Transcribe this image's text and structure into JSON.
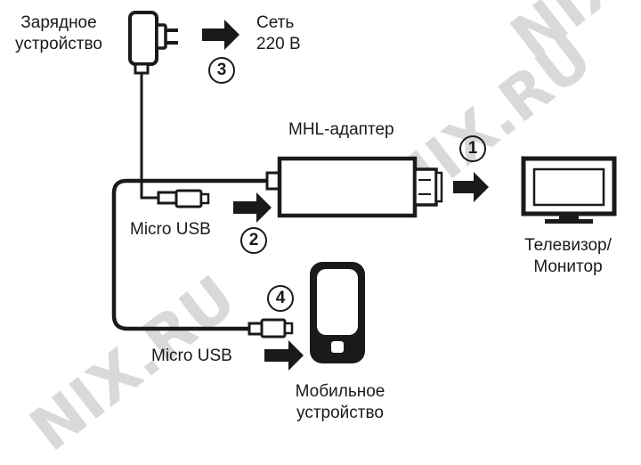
{
  "watermark": {
    "text": "NIX.RU"
  },
  "labels": {
    "charger": [
      "Зарядное",
      "устройство"
    ],
    "mains": [
      "Сеть",
      "220 В"
    ],
    "adapter": "MHL-адаптер",
    "tv": [
      "Телевизор/",
      "Монитор"
    ],
    "micro_usb_top": "Micro USB",
    "micro_usb_bottom": "Micro USB",
    "mobile": [
      "Мобильное",
      "устройство"
    ]
  },
  "steps": [
    "1",
    "2",
    "3",
    "4"
  ],
  "colors": {
    "ink": "#1a1a1a",
    "watermark": "#d9d9d9",
    "screen": "#ffffff"
  }
}
